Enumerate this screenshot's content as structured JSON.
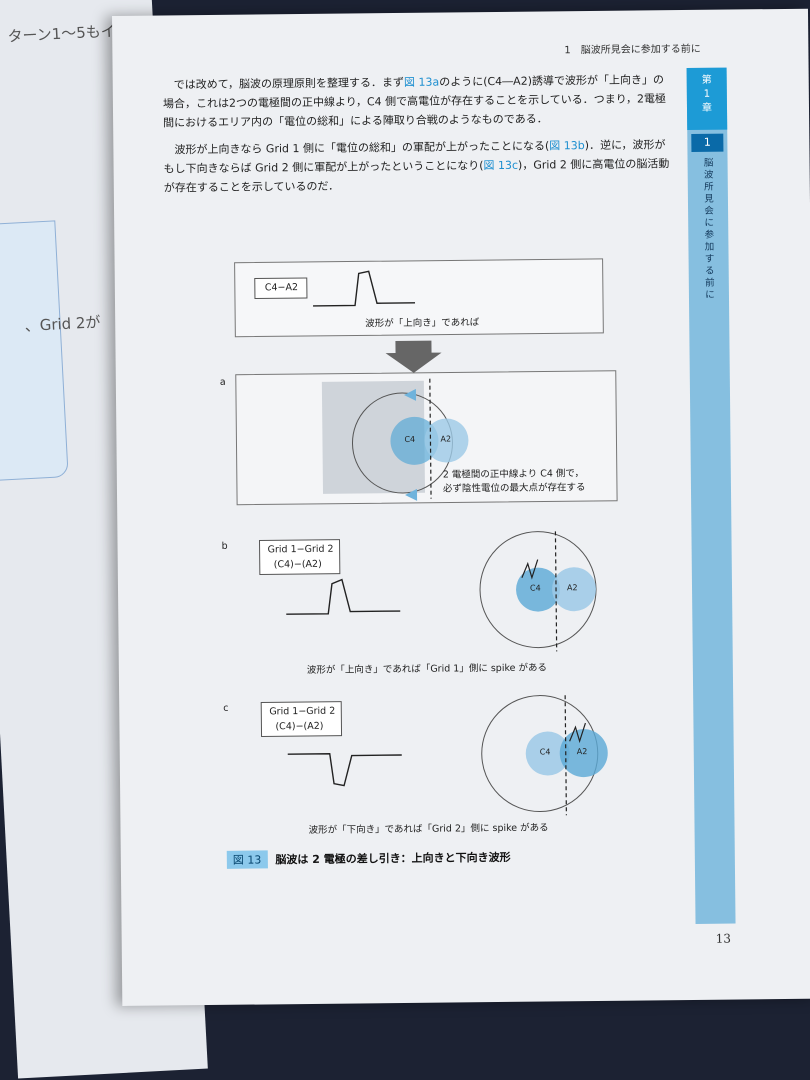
{
  "left_page": {
    "heading_fragment": "ターン1～5もイ",
    "grid_fragment": "、Grid 2が"
  },
  "header": {
    "running_head": "1　脳波所見会に参加する前に"
  },
  "side_tab": {
    "chapter_line1": "第",
    "chapter_line2": "1",
    "chapter_line3": "章",
    "section_number": "1",
    "vertical_title": "脳波所見会に参加する前に"
  },
  "body": {
    "p1_a": "では改めて，脳波の原理原則を整理する．まず",
    "p1_ref": "図 13a",
    "p1_b": "のように(C4―A2)誘導で波形が「上向き」の場合，これは2つの電極間の正中線より，C4 側で高電位が存在することを示している．つまり，2電極間におけるエリア内の「電位の総和」による陣取り合戦のようなものである．",
    "p2_a": "波形が上向きなら Grid 1 側に「電位の総和」の軍配が上がったことになる(",
    "p2_ref1": "図 13b",
    "p2_b": ")．逆に，波形がもし下向きならば Grid 2 側に軍配が上がったということになり(",
    "p2_ref2": "図 13c",
    "p2_c": ")，Grid 2 側に高電位の脳活動が存在することを示しているのだ．"
  },
  "figure": {
    "top_box_label": "C4−A2",
    "top_box_caption_a": "波形が",
    "top_box_caption_q": "「上向き」",
    "top_box_caption_b": "であれば",
    "panel_a_letter": "a",
    "panel_a_electrode1": "C4",
    "panel_a_electrode2": "A2",
    "panel_a_note1": "2 電極間の正中線より C4 側で，",
    "panel_a_note2": "必ず陰性電位の最大点が存在する",
    "panel_b_letter": "b",
    "panel_b_label1": "Grid 1−Grid 2",
    "panel_b_label2": "(C4)−(A2)",
    "panel_b_electrode1": "C4",
    "panel_b_electrode2": "A2",
    "panel_b_caption_a": "波形が",
    "panel_b_caption_q": "「上向き」",
    "panel_b_caption_b": "であれば",
    "panel_b_caption_g": "「Grid 1」",
    "panel_b_caption_c": "側に spike がある",
    "panel_c_letter": "c",
    "panel_c_label1": "Grid 1−Grid 2",
    "panel_c_label2": "(C4)−(A2)",
    "panel_c_electrode1": "C4",
    "panel_c_electrode2": "A2",
    "panel_c_caption_a": "波形が",
    "panel_c_caption_q": "「下向き」",
    "panel_c_caption_b": "であれば",
    "panel_c_caption_g": "「Grid 2」",
    "panel_c_caption_c": "側に spike がある",
    "caption_badge": "図 13",
    "caption_text": "脳波は 2 電極の差し引き：上向きと下向き波形"
  },
  "footer": {
    "page_number": "13"
  },
  "colors": {
    "accent": "#1d9bd6",
    "tab_light": "#86bfe0",
    "electrode": "#5aa9d6"
  }
}
